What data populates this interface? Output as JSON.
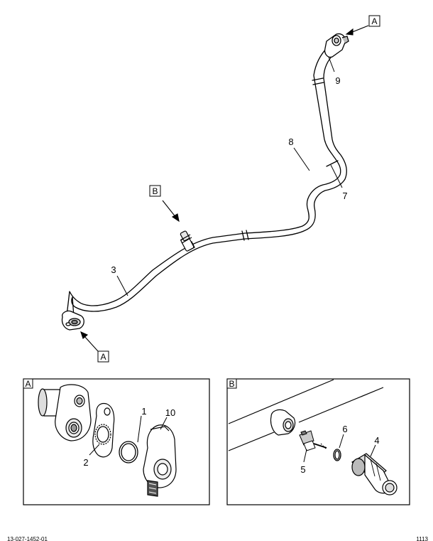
{
  "diagram": {
    "callouts": {
      "c1": "1",
      "c2": "2",
      "c3": "3",
      "c4": "4",
      "c5": "5",
      "c6": "6",
      "c7": "7",
      "c8": "8",
      "c9": "9",
      "c10": "10"
    },
    "view_markers": {
      "top_a": "A",
      "mid_b": "B",
      "bottom_a": "A"
    },
    "detail_views": {
      "a_label": "A",
      "b_label": "B"
    },
    "footer": {
      "left_code": "13-027-1452-01",
      "right_code": "1113"
    }
  }
}
